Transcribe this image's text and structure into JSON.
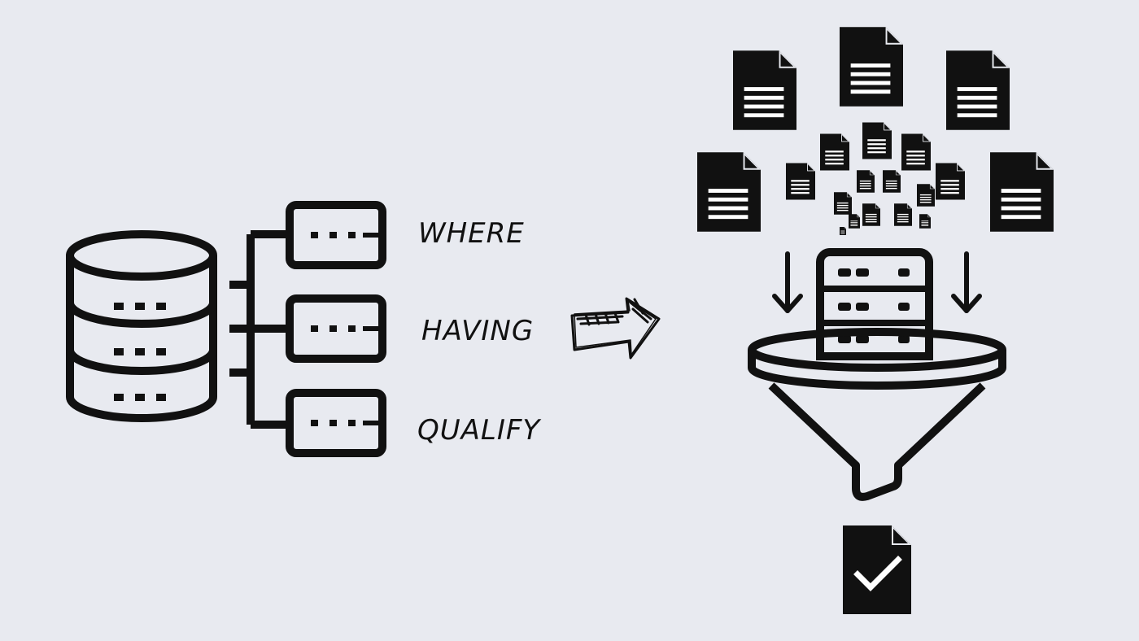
{
  "colors": {
    "background": "#e8eaf0",
    "ink": "#111111",
    "paper": "#ffffff"
  },
  "clauses": [
    "WHERE",
    "HAVING",
    "QUALIFY"
  ],
  "icons": {
    "database": "database-icon",
    "arrow": "hand-drawn-arrow-icon",
    "documents": "document-icon",
    "funnel": "funnel-icon",
    "server": "server-icon",
    "result": "document-checkmark-icon"
  }
}
